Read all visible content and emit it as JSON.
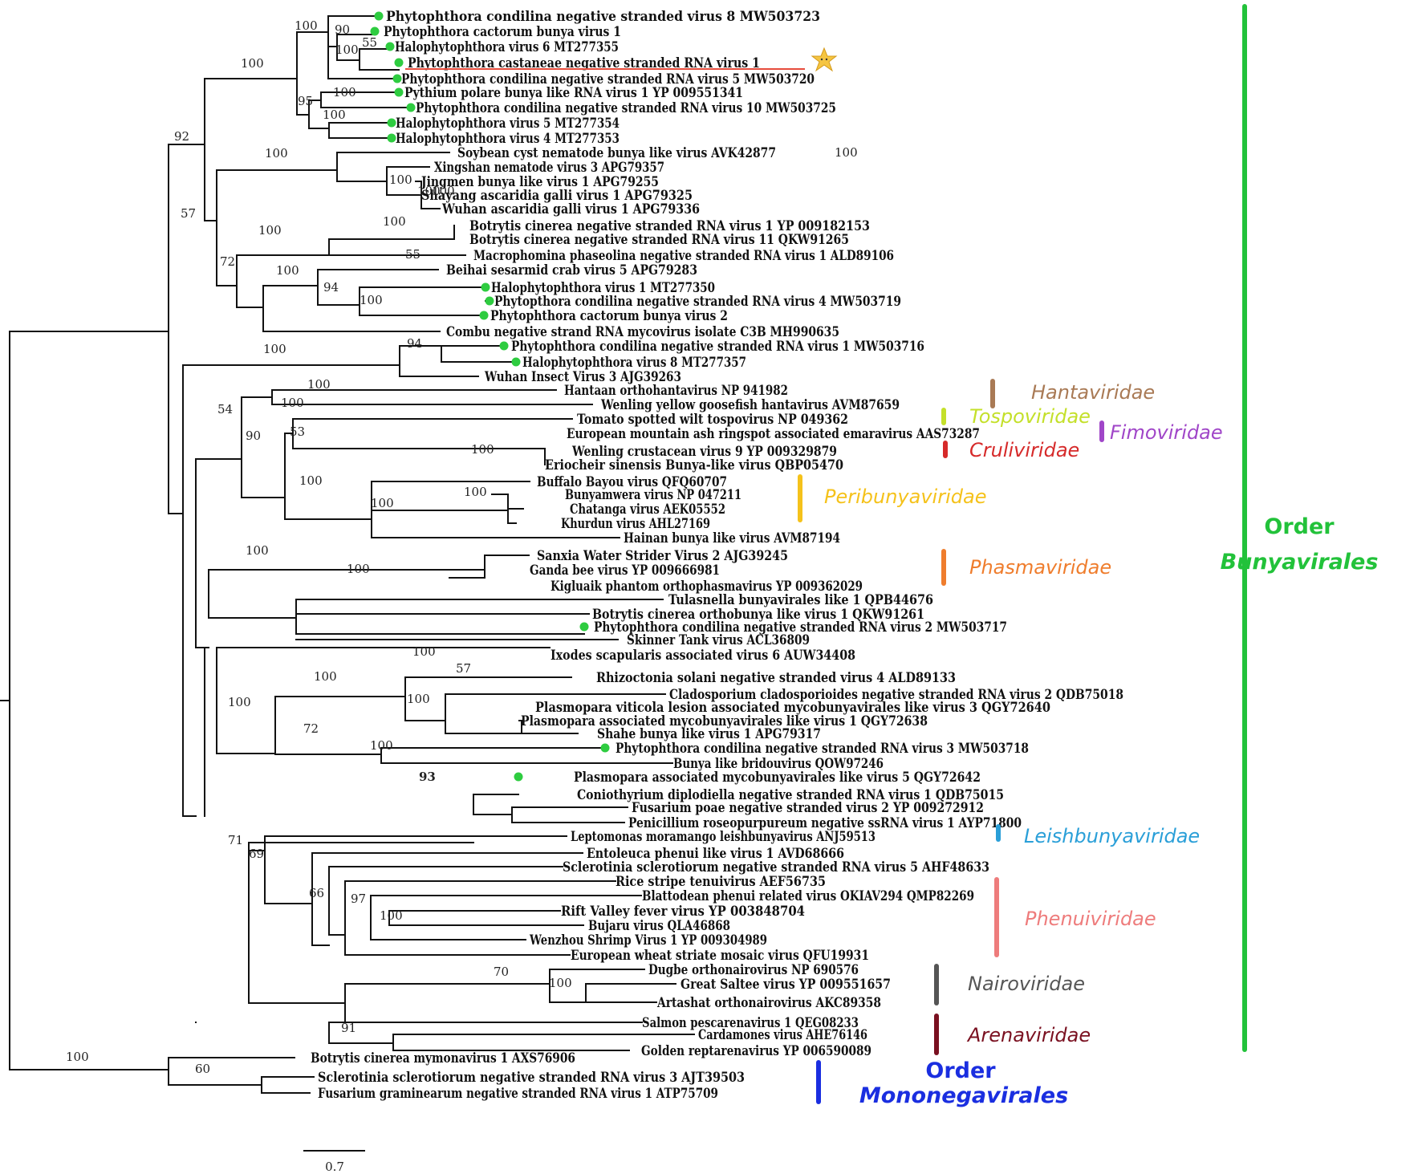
{
  "colors": {
    "branch": "#111111",
    "marker": "#2ecc40",
    "highlight_underline": "#e74c3c",
    "star": "#f5c542"
  },
  "leaves": [
    "Phytophthora condilina negative stranded        virus 8 MW503723",
    "Phytophthora cactorum bunya virus 1",
    "Halophytophthora virus 6 MT277355",
    "Phytophthora castaneae negative stranded RNA virus 1",
    "Phytophthora condilina negative stranded RNA virus 5 MW503720",
    "Pythium polare bunya like RNA virus 1 YP 009551341",
    "Phytophthora condilina negative stranded RNA virus 10 MW503725",
    "Halophytophthora virus 5 MT277354",
    "Halophytophthora virus 4 MT277353",
    "Soybean cyst nematode bunya like virus AVK42877",
    "Xingshan nematode virus 3 APG79357",
    "Jingmen bunya like virus 1 APG79255",
    "Shayang ascaridia galli virus 1 APG79325",
    "Wuhan ascaridia galli virus 1 APG79336",
    "Botrytis cinerea negative stranded RNA virus 1 YP 009182153",
    "Botrytis cinerea negative stranded RNA virus 11 QKW91265",
    "Macrophomina phaseolina negative stranded RNA virus 1 ALD89106",
    "Beihai sesarmid crab virus 5 APG79283",
    "Halophytophthora virus 1 MT277350",
    "Phytopthora condilina negative stranded RNA virus 4 MW503719",
    "Phytophthora cactorum bunya virus 2",
    "Combu negative strand RNA mycovirus isolate C3B   MH990635",
    "Phytophthora condilina negative stranded RNA virus 1 MW503716",
    "Halophytophthora virus 8 MT277357",
    "Wuhan Insect Virus 3 AJG39263",
    "Hantaan orthohantavirus NP 941982",
    "Wenling yellow goosefish hantavirus AVM87659",
    "Tomato spotted wilt tospovirus NP 049362",
    "European mountain ash ringspot associated emaravirus AAS73287",
    "Wenling crustacean virus 9 YP 009329879",
    "Eriocheir sinensis Bunya-like virus QBP05470",
    "Buffalo Bayou virus QFQ60707",
    "Bunyamwera virus NP 047211",
    "Chatanga virus AEK05552",
    "Khurdun virus AHL27169",
    "Hainan bunya like virus AVM87194",
    "Sanxia Water Strider Virus 2 AJG39245",
    "Ganda bee virus YP 009666981",
    "Kigluaik phantom orthophasmavirus YP 009362029",
    "Tulasnella bunyavirales like 1 QPB44676",
    "Botrytis cinerea orthobunya like virus 1 QKW91261",
    "Phytophthora condilina negative stranded RNA virus 2 MW503717",
    "Skinner Tank virus ACL36809",
    "Ixodes scapularis associated virus 6 AUW34408",
    "Rhizoctonia solani negative stranded virus 4 ALD89133",
    "Cladosporium cladosporioides negative stranded RNA virus 2 QDB75018",
    "Plasmopara viticola lesion associated mycobunyavirales like virus 3 QGY72640",
    "Plasmopara associated mycobunyavirales like virus 1 QGY72638",
    "Shahe bunya like virus 1 APG79317",
    "Phytophthora condilina negative stranded RNA virus 3 MW503718",
    "Bunya like bridouvirus QOW97246",
    "Plasmopara associated mycobunyavirales like virus 5 QGY72642",
    "Coniothyrium diplodiella negative stranded RNA virus 1 QDB75015",
    "Fusarium poae negative stranded virus 2 YP 009272912",
    "Penicillium roseopurpureum negative ssRNA virus 1 AYP71800",
    "Leptomonas moramango leishbunyavirus ANJ59513",
    "Entoleuca phenui like virus 1 AVD68666",
    "Sclerotinia sclerotiorum negative stranded RNA virus 5 AHF48633",
    "Rice stripe tenuivirus AEF56735",
    "Blattodean phenui related virus OKIAV294 QMP82269",
    "Rift Valley fever virus YP 003848704",
    "Bujaru virus QLA46868",
    "Wenzhou Shrimp Virus 1 YP 009304989",
    "European wheat striate mosaic virus QFU19931",
    "Dugbe orthonairovirus NP 690576",
    "Great Saltee virus YP 009551657",
    "Artashat orthonairovirus AKC89358",
    "Salmon pescarenavirus 1 QEG08233",
    "Cardamones virus AHE76146",
    "Golden reptarenavirus YP 006590089",
    "Botrytis cinerea mymonavirus 1 AXS76906",
    "Sclerotinia sclerotiorum negative stranded RNA virus 3 AJT39503",
    "Fusarium graminearum negative stranded RNA virus 1 ATP75709"
  ],
  "bootstrap": [
    "100",
    "90",
    "100",
    "55",
    "95",
    "100",
    "100",
    "100",
    "92",
    "100",
    "100",
    "100",
    "100",
    "57",
    "100",
    "100",
    "72",
    "100",
    "94",
    "100",
    "55",
    "100",
    "100",
    "94",
    "100",
    "54",
    "90",
    "53",
    "100",
    "100",
    "100",
    "100",
    "100",
    "100",
    "100",
    "100",
    "57",
    "100",
    "100",
    "72",
    "100",
    "93",
    "71",
    "69",
    "66",
    "97",
    "100",
    "70",
    "100",
    "91",
    "60",
    "100",
    "100"
  ],
  "families": [
    {
      "name": "Hantaviridae",
      "color": "#a97a55"
    },
    {
      "name": "Tospoviridae",
      "color": "#c4e02a"
    },
    {
      "name": "Fimoviridae",
      "color": "#a046c8"
    },
    {
      "name": "Cruliviridae",
      "color": "#d62a2a"
    },
    {
      "name": "Peribunyaviridae",
      "color": "#f5c21b"
    },
    {
      "name": "Phasmaviridae",
      "color": "#ef7d2d"
    },
    {
      "name": "Leishbunyaviridae",
      "color": "#2a9fd8"
    },
    {
      "name": "Phenuiviridae",
      "color": "#ee7c7c"
    },
    {
      "name": "Nairoviridae",
      "color": "#555555"
    },
    {
      "name": "Arenaviridae",
      "color": "#7a1020"
    }
  ],
  "orders": [
    {
      "line1": "Order",
      "line2": "Bunyavirales",
      "color": "#22c23a"
    },
    {
      "line1": "Order",
      "line2": "Mononegavirales",
      "color": "#1a2ee0"
    }
  ],
  "scale_bar": {
    "label": "0.7"
  }
}
